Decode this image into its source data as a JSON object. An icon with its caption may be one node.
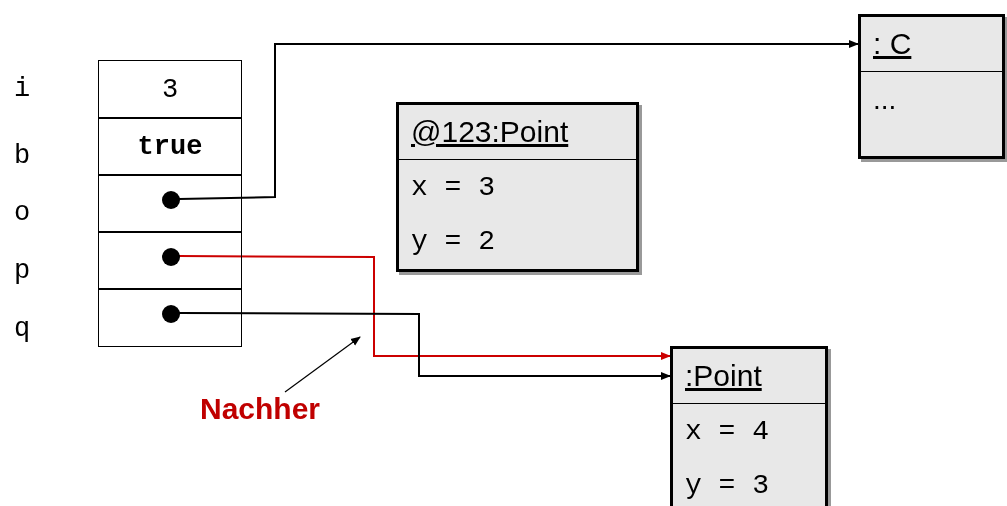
{
  "diagram": {
    "nodes": [
      {
        "text": [
          "3"
        ]
      },
      {
        "text": [
          "true"
        ]
      },
      {
        "text": [],
        "shape": "box"
      },
      {
        "text": [],
        "shape": "circle",
        "in": 2
      },
      {
        "text": [],
        "shape": "box"
      },
      {
        "text": [],
        "shape": "circle",
        "in": 4
      },
      {
        "text": [],
        "shape": "box"
      },
      {
        "text": [],
        "shape": "circle",
        "in": 6
      },
      {
        "text": [
          ": C",
          "..."
        ]
      },
      {
        "text": [
          "@123:Point",
          "x = 3",
          "y = 2"
        ]
      },
      {
        "text": [
          ":Point",
          "x = 4",
          "y = 3"
        ]
      },
      {
        "text": [
          "Nachher"
        ]
      }
    ],
    "edges": [
      {
        "from": 3,
        "to": 8,
        "arrow": "to"
      },
      {
        "from": 5,
        "to": 10,
        "arrow": "to",
        "color": "#cc0000"
      },
      {
        "from": 7,
        "to": 10,
        "arrow": "to"
      },
      {
        "from": 11,
        "to": null,
        "arrow": "to"
      }
    ],
    "labels": [
      "i",
      "b",
      "o",
      "p",
      "q"
    ]
  }
}
